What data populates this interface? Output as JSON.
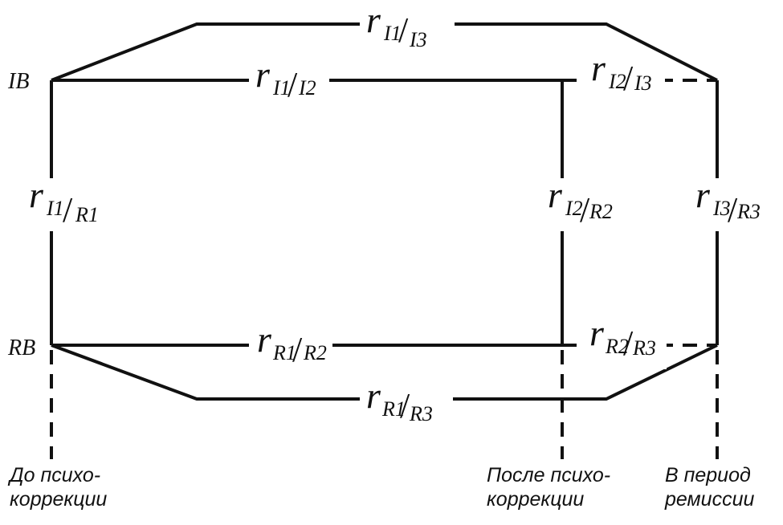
{
  "row_labels": {
    "ib": "IB",
    "rb": "RB"
  },
  "correlations": {
    "i1_i3": {
      "r": "r",
      "num": "I1",
      "den": "I3"
    },
    "i1_i2": {
      "r": "r",
      "num": "I1",
      "den": "I2"
    },
    "i2_i3": {
      "r": "r",
      "num": "I2",
      "den": "I3"
    },
    "i1_r1": {
      "r": "r",
      "num": "I1",
      "den": "R1"
    },
    "i2_r2": {
      "r": "r",
      "num": "I2",
      "den": "R2"
    },
    "i3_r3": {
      "r": "r",
      "num": "I3",
      "den": "R3"
    },
    "r1_r2": {
      "r": "r",
      "num": "R1",
      "den": "R2"
    },
    "r2_r3": {
      "r": "r",
      "num": "R2",
      "den": "R3"
    },
    "r1_r3": {
      "r": "r",
      "num": "R1",
      "den": "R3"
    }
  },
  "stages": {
    "before": {
      "line1": "До психо-",
      "line2": "коррекции"
    },
    "after": {
      "line1": "После психо-",
      "line2": "коррекции"
    },
    "remission": {
      "line1": "В период",
      "line2": "ремиссии"
    }
  }
}
